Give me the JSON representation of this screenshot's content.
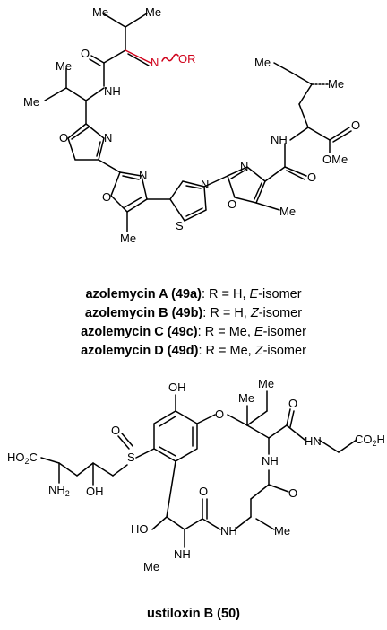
{
  "structure_a": {
    "name": "azolemycin",
    "atoms": {
      "me": "Me",
      "o": "O",
      "n": "N",
      "s": "S",
      "nh": "NH",
      "or": "OR",
      "ome": "OMe"
    }
  },
  "captions": [
    {
      "name": "azolemycin A (49a)",
      "rest": ": R = H, ",
      "iso": "E",
      "suffix": "-isomer"
    },
    {
      "name": "azolemycin B (49b)",
      "rest": ": R = H, ",
      "iso": "Z",
      "suffix": "-isomer"
    },
    {
      "name": "azolemycin C (49c)",
      "rest": ": R = Me, ",
      "iso": "E",
      "suffix": "-isomer"
    },
    {
      "name": "azolemycin D (49d)",
      "rest": ": R = Me, ",
      "iso": "Z",
      "suffix": "-isomer"
    }
  ],
  "structure_b": {
    "atoms": {
      "oh": "OH",
      "ho": "HO",
      "me": "Me",
      "et": "Me",
      "o": "O",
      "s": "S",
      "hn": "HN",
      "nh": "NH",
      "nh2": "NH",
      "sub2": "2",
      "ho2c": "HO",
      "ho2c_sub": "2",
      "ho2c_c": "C",
      "co2h": "CO",
      "co2h_sub": "2",
      "co2h_h": "H",
      "n_methyl": "Me"
    },
    "caption": "ustiloxin B (50)"
  },
  "colors": {
    "highlight": "#d0021b",
    "ink": "#000000"
  }
}
